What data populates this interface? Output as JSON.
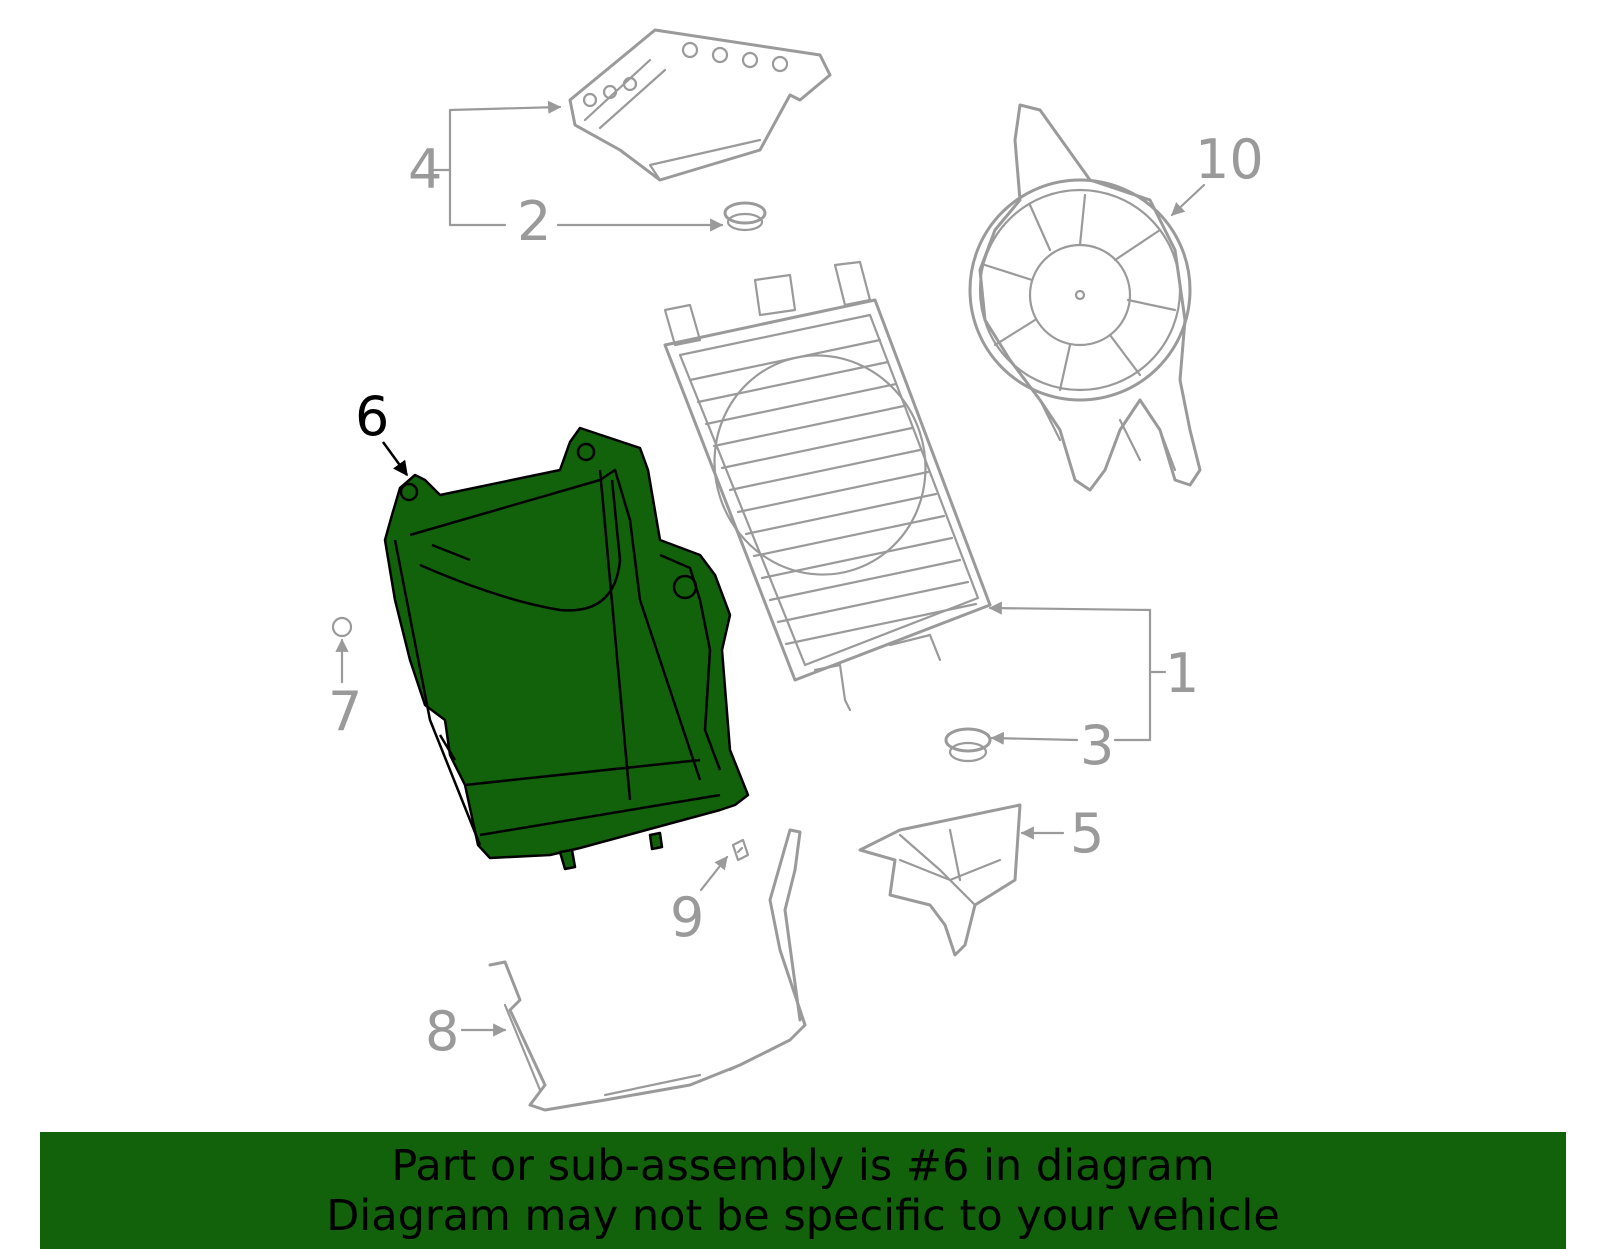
{
  "labels": {
    "p1": "1",
    "p2": "2",
    "p3": "3",
    "p4": "4",
    "p5": "5",
    "p6": "6",
    "p7": "7",
    "p8": "8",
    "p9": "9",
    "p10": "10"
  },
  "highlight_part": "6",
  "colors": {
    "highlight_fill": "#12610b",
    "line_gray": "#9a9a9a",
    "banner_bg": "#12610b"
  },
  "banner": {
    "line1": "Part or sub-assembly is #6 in diagram",
    "line2": "Diagram may not be specific to your vehicle"
  }
}
